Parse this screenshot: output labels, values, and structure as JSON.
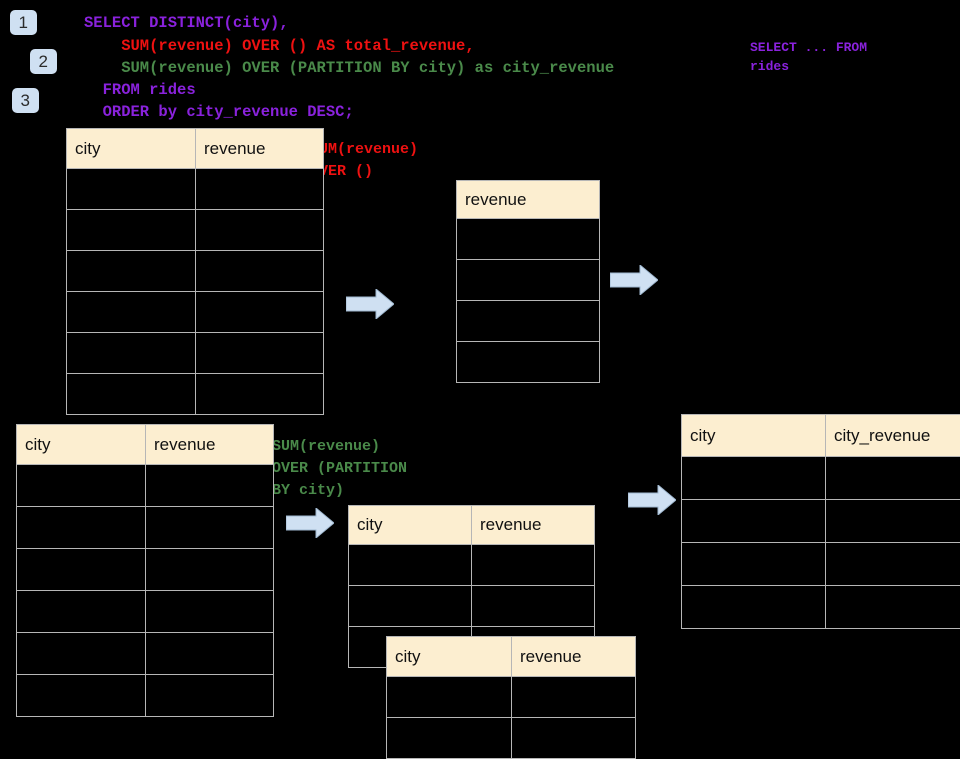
{
  "theme": {
    "background": "#000000",
    "header_fill": "#fceed0",
    "grid_line": "#b6b6b6",
    "badge_fill": "#cfe0f2",
    "arrow_fill": "#cfe0f2",
    "arrow_stroke": "#9fb8d0",
    "sql_purple": "#8a22dd",
    "sql_red": "#ee1111",
    "sql_green": "#4a8a4a"
  },
  "badges": [
    {
      "label": "1"
    },
    {
      "label": "2"
    },
    {
      "label": "3"
    }
  ],
  "query": {
    "line1": "SELECT DISTINCT(city),",
    "line2": "    SUM(revenue) OVER () AS total_revenue,",
    "line3": "    SUM(revenue) OVER (PARTITION BY city) as city_revenue",
    "line4": "  FROM rides",
    "line5": "  ORDER by city_revenue DESC;"
  },
  "annotations": {
    "top_right": "SELECT ... FROM\nrides",
    "sum_over_empty": "SUM(revenue)\nOVER ()",
    "sum_over_partition": "SUM(revenue)\nOVER (PARTITION\nBY city)"
  },
  "tables": {
    "rides_source_top": {
      "name": "rides-source-table",
      "headers": [
        "city",
        "revenue"
      ],
      "row_count": 6,
      "rows": [
        [
          "",
          ""
        ],
        [
          "",
          ""
        ],
        [
          "",
          ""
        ],
        [
          "",
          ""
        ],
        [
          "",
          ""
        ],
        [
          "",
          ""
        ]
      ]
    },
    "total_revenue": {
      "name": "total-revenue-table",
      "headers": [
        "revenue"
      ],
      "row_count": 4,
      "rows": [
        [
          ""
        ],
        [
          ""
        ],
        [
          ""
        ],
        [
          ""
        ]
      ]
    },
    "rides_source_bottom": {
      "name": "rides-source-table-bottom",
      "headers": [
        "city",
        "revenue"
      ],
      "row_count": 6,
      "rows": [
        [
          "",
          ""
        ],
        [
          "",
          ""
        ],
        [
          "",
          ""
        ],
        [
          "",
          ""
        ],
        [
          "",
          ""
        ],
        [
          "",
          ""
        ]
      ]
    },
    "partition_a": {
      "name": "partition-group-table-a",
      "headers": [
        "city",
        "revenue"
      ],
      "row_count": 3,
      "rows": [
        [
          "",
          ""
        ],
        [
          "",
          ""
        ],
        [
          "",
          ""
        ]
      ]
    },
    "partition_b": {
      "name": "partition-group-table-b",
      "headers": [
        "city",
        "revenue"
      ],
      "row_count": 2,
      "rows": [
        [
          "",
          ""
        ],
        [
          "",
          ""
        ]
      ]
    },
    "final_result": {
      "name": "final-result-table",
      "headers": [
        "city",
        "city_revenue"
      ],
      "row_count": 4,
      "rows": [
        [
          "",
          ""
        ],
        [
          "",
          ""
        ],
        [
          "",
          ""
        ],
        [
          "",
          ""
        ]
      ]
    }
  },
  "arrows": [
    {
      "name": "arrow-source-to-total"
    },
    {
      "name": "arrow-total-to-result"
    },
    {
      "name": "arrow-source-to-partition"
    },
    {
      "name": "arrow-partition-to-result"
    }
  ]
}
